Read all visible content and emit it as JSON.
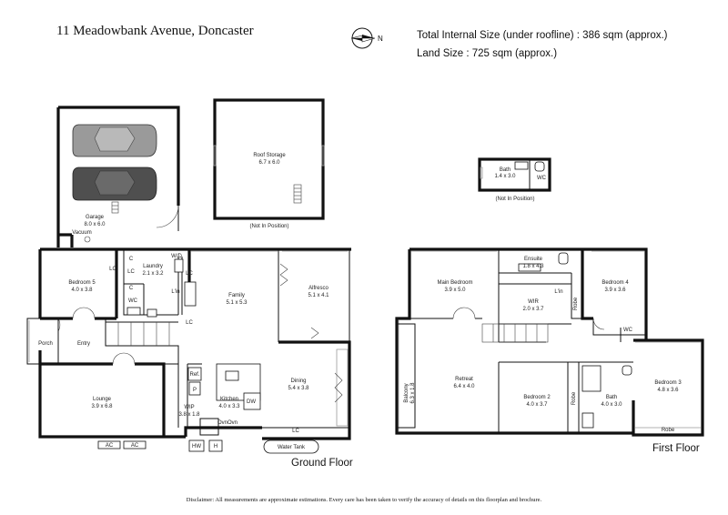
{
  "header": {
    "address": "11 Meadowbank Avenue, Doncaster",
    "total_internal_size": "Total Internal Size (under roofline) :   386 sqm (approx.)",
    "land_size": "Land Size : 725 sqm (approx.)",
    "compass_label": "N"
  },
  "outbuildings": {
    "roof_storage": {
      "name": "Roof Storage",
      "dims": "6.7 x 6.0",
      "note": "(Not In Position)"
    },
    "bath_annex": {
      "name": "Bath",
      "dims": "1.4 x 3.0",
      "wc": "WC",
      "note": "(Not In Position)"
    }
  },
  "ground_floor": {
    "label": "Ground Floor",
    "rooms": {
      "garage": {
        "name": "Garage",
        "dims": "8.0 x 6.0"
      },
      "vacuum": "Vacuum",
      "bedroom5": {
        "name": "Bedroom 5",
        "dims": "4.0 x 3.8"
      },
      "laundry": {
        "name": "Laundry",
        "dims": "2.1 x 3.2"
      },
      "family": {
        "name": "Family",
        "dims": "5.1 x 5.3"
      },
      "alfresco": {
        "name": "Alfresco",
        "dims": "5.1 x 4.1"
      },
      "dining": {
        "name": "Dining",
        "dims": "5.4 x 3.8"
      },
      "kitchen": {
        "name": "Kitchen",
        "dims": "4.0 x 3.3"
      },
      "wip": {
        "name": "WIP",
        "dims": "3.8 x 1.8"
      },
      "lounge": {
        "name": "Lounge",
        "dims": "3.9 x 6.8"
      },
      "porch": "Porch",
      "entry": "Entry"
    },
    "fixtures": {
      "c1": "C",
      "c2": "C",
      "lc1": "LC",
      "lc2": "LC",
      "lc3": "LC",
      "lc4": "LC",
      "lc5": "LC",
      "wd": "W/D",
      "wc": "WC",
      "lin": "L'in",
      "ref": "Ref.",
      "p": "P",
      "dw": "DW",
      "ovn": "OvnOvn",
      "hw": "HW",
      "h": "H",
      "ac1": "AC",
      "ac2": "AC",
      "water_tank": "Water Tank"
    }
  },
  "first_floor": {
    "label": "First Floor",
    "rooms": {
      "main_bedroom": {
        "name": "Main Bedroom",
        "dims": "3.9 x 5.0"
      },
      "ensuite": {
        "name": "Ensuite",
        "dims": "1.8 x 4.3"
      },
      "bedroom4": {
        "name": "Bedroom 4",
        "dims": "3.9 x 3.6"
      },
      "wir": {
        "name": "WIR",
        "dims": "2.0 x 3.7"
      },
      "retreat": {
        "name": "Retreat",
        "dims": "6.4 x 4.0"
      },
      "balcony": {
        "name": "Balcony",
        "dims": "6.3 x 1.8"
      },
      "bedroom2": {
        "name": "Bedroom 2",
        "dims": "4.0 x 3.7"
      },
      "bath": {
        "name": "Bath",
        "dims": "4.0 x 3.0"
      },
      "bedroom3": {
        "name": "Bedroom 3",
        "dims": "4.8 x 3.6"
      }
    },
    "fixtures": {
      "lin": "L'in",
      "robe1": "Robe",
      "robe2": "Robe",
      "robe3": "Robe",
      "wc": "WC"
    }
  },
  "footer": {
    "disclaimer": "Disclaimer: All measurements are approximate estimations. Every care has been taken to verify the accuracy of details on this floorplan and brochure."
  }
}
